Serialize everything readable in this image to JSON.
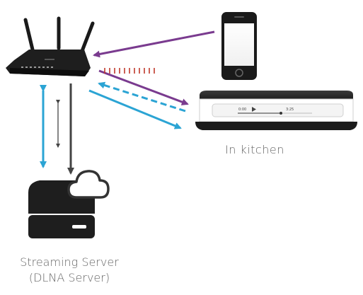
{
  "labels": {
    "kitchen": "In kitchen",
    "server_line1": "Streaming Server",
    "server_line2": "(DLNA Server)"
  },
  "speaker_display": {
    "time_elapsed": "0:00",
    "time_total": "3:25"
  },
  "colors": {
    "purple_link": "#7a3b8f",
    "blue_link": "#2ba4d4",
    "dark_link": "#444444",
    "signal_ticks": "#c0392b",
    "device_body": "#1e1e1e"
  },
  "icons": [
    "router-icon",
    "smartphone-icon",
    "speaker-icon",
    "server-icon",
    "cloud-icon"
  ]
}
